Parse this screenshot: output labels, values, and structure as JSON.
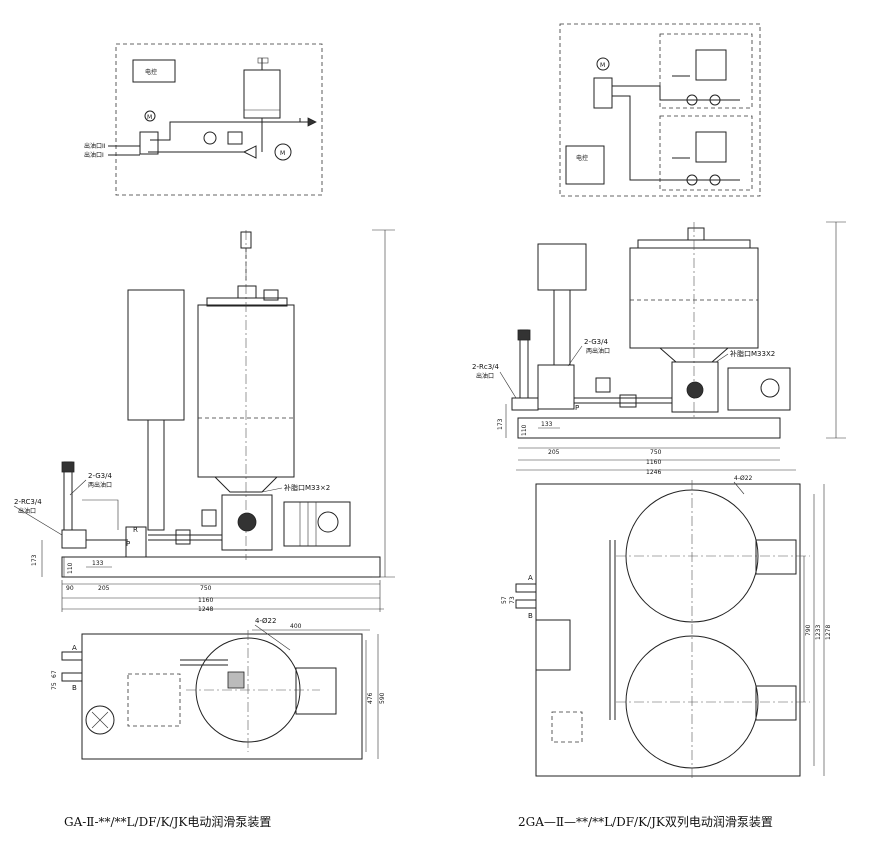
{
  "left": {
    "schematic": {
      "control_box": "电控",
      "outlet_2": "出油口II",
      "outlet_1": "出油口I"
    },
    "front": {
      "labels": {
        "g34": "2-G3/4",
        "g34_sub": "两出油口",
        "rc34": "2-RC3/4",
        "rc34_sub": "出油口",
        "fill_port": "补脂口M33×2",
        "p": "P",
        "r": "R"
      },
      "dims": {
        "d173": "173",
        "d110": "110",
        "d133": "133",
        "d90": "90",
        "d205": "205",
        "d750": "750",
        "d1160": "1160",
        "d1248": "1248"
      }
    },
    "plan": {
      "labels": {
        "holes": "4-Ø22",
        "a": "A",
        "b": "B"
      },
      "dims": {
        "d400": "400",
        "d67": "67",
        "d75": "75",
        "d476": "476",
        "d590": "590"
      }
    },
    "caption": "GA-Ⅱ-**/**L/DF/K/JK电动润滑泵装置"
  },
  "right": {
    "schematic": {
      "control_box": "电控"
    },
    "front": {
      "labels": {
        "g34": "2-G3/4",
        "g34_sub": "两出油口",
        "rc34": "2-Rc3/4",
        "rc34_sub": "出油口",
        "fill_port": "补脂口M33X2",
        "p": "P"
      },
      "dims": {
        "d173": "173",
        "d110": "110",
        "d133": "133",
        "d205": "205",
        "d750": "750",
        "d1160": "1160",
        "d1246": "1246"
      }
    },
    "plan": {
      "labels": {
        "holes": "4-Ø22",
        "a": "A",
        "b": "B"
      },
      "dims": {
        "d57": "57",
        "d73": "73",
        "d790": "790",
        "d1233": "1233",
        "d1278": "1278"
      }
    },
    "caption": "2GA—Ⅱ—**/**L/DF/K/JK双列电动润滑泵装置"
  }
}
